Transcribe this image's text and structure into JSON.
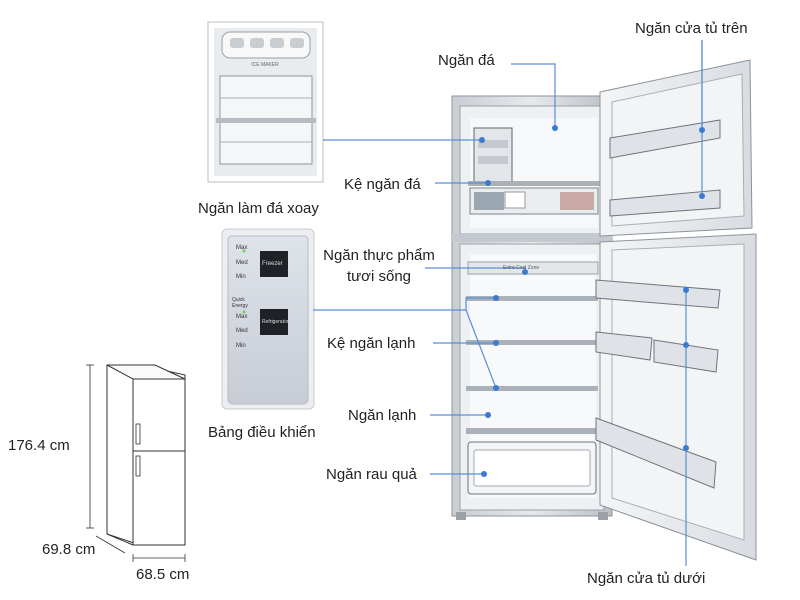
{
  "labels": {
    "ice_compartment": "Ngăn đá",
    "upper_door_shelf": "Ngăn cửa tủ trên",
    "ice_shelf": "Kệ ngăn đá",
    "rotating_ice_maker": "Ngăn làm đá xoay",
    "fresh_food_line1": "Ngăn thực phẩm",
    "fresh_food_line2": "tươi sống",
    "fridge_shelf": "Kệ ngăn lạnh",
    "fridge_compartment": "Ngăn lạnh",
    "vegetable_drawer": "Ngăn rau quả",
    "lower_door_shelf": "Ngăn cửa tủ dưới",
    "control_panel": "Bảng điều khiển"
  },
  "dimensions": {
    "height": "176.4 cm",
    "depth": "69.8 cm",
    "width": "68.5 cm"
  },
  "control_panel": {
    "freezer_button": "Freezer",
    "fridge_button": "Refrigerator",
    "freezer_levels": [
      "Max",
      "Med",
      "Min"
    ],
    "fridge_levels": [
      "Quick Energy",
      "Max",
      "Med",
      "Min"
    ]
  },
  "inset_tag": "ICE MAKER",
  "fresh_zone_tag": "Extra Cool Zone",
  "colors": {
    "pointer_line": "#5a8fd6",
    "pointer_dot": "#3c7ad0",
    "cabinet": "#d9dde2",
    "cabinet_edge": "#8d939a",
    "interior": "#eef1f4"
  }
}
